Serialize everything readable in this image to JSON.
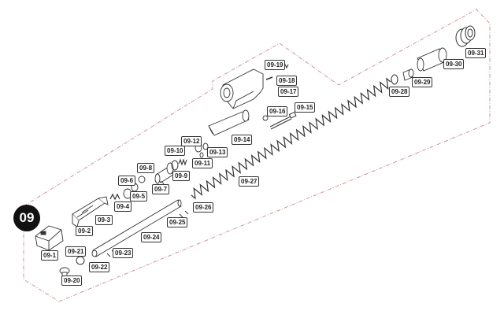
{
  "section_number": "09",
  "parts": [
    {
      "id": "09-1"
    },
    {
      "id": "09-2"
    },
    {
      "id": "09-3"
    },
    {
      "id": "09-4"
    },
    {
      "id": "09-5"
    },
    {
      "id": "09-6"
    },
    {
      "id": "09-7"
    },
    {
      "id": "09-8"
    },
    {
      "id": "09-9"
    },
    {
      "id": "09-10"
    },
    {
      "id": "09-11"
    },
    {
      "id": "09-12"
    },
    {
      "id": "09-13"
    },
    {
      "id": "09-14"
    },
    {
      "id": "09-15"
    },
    {
      "id": "09-16"
    },
    {
      "id": "09-17"
    },
    {
      "id": "09-18"
    },
    {
      "id": "09-19"
    },
    {
      "id": "09-20"
    },
    {
      "id": "09-21"
    },
    {
      "id": "09-22"
    },
    {
      "id": "09-23"
    },
    {
      "id": "09-24"
    },
    {
      "id": "09-25"
    },
    {
      "id": "09-26"
    },
    {
      "id": "09-27"
    },
    {
      "id": "09-28"
    },
    {
      "id": "09-29"
    },
    {
      "id": "09-30"
    },
    {
      "id": "09-31"
    }
  ],
  "colors": {
    "outline": "#c98a8a",
    "ink": "#333333",
    "badge": "#111111"
  }
}
